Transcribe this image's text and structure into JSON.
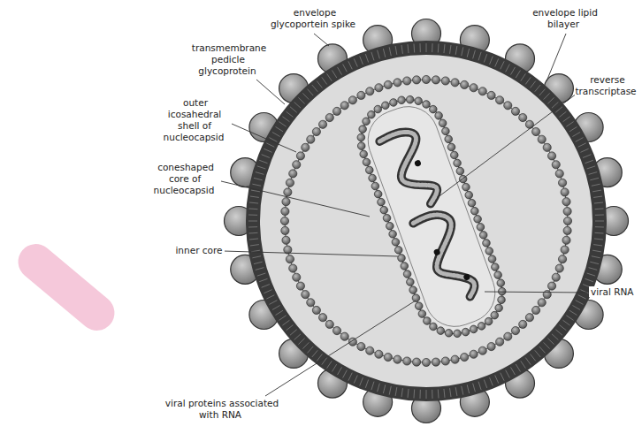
{
  "diagram": {
    "labels": [
      "envelope glycoportein spike",
      "envelope lipid bilayer",
      "transmembrane pedicle glycoprotein",
      "reverse transcriptase",
      "outer icosahedral shell of nucleocapsid",
      "coneshaped core of nucleocapsid",
      "inner core",
      "viral RNA",
      "viral proteins associated with RNA"
    ]
  }
}
